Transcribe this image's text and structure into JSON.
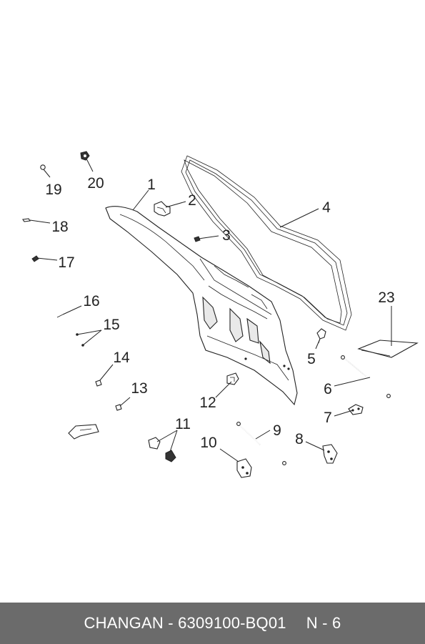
{
  "footer": {
    "part_caption": "CHANGAN - 6309100-BQ01",
    "page_ref": "N - 6"
  },
  "callouts": [
    "1",
    "2",
    "3",
    "4",
    "5",
    "6",
    "7",
    "8",
    "9",
    "10",
    "11",
    "12",
    "13",
    "14",
    "15",
    "16",
    "17",
    "18",
    "19",
    "20",
    "23"
  ]
}
